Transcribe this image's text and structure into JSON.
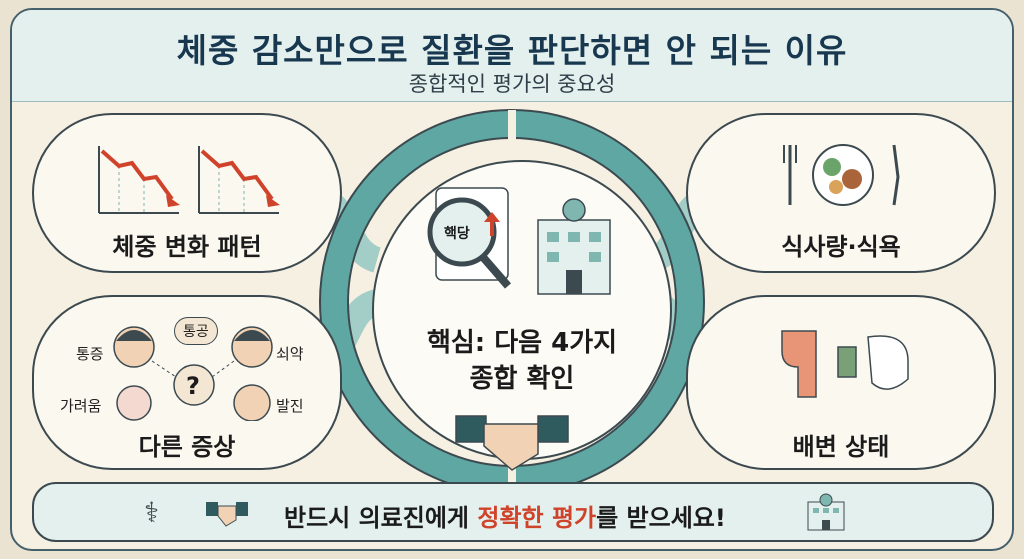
{
  "title": "체중 감소만으로 질환을 판단하면 안 되는 이유",
  "subtitle": "종합적인 평가의 중요성",
  "cards": {
    "weight": {
      "label": "체중 변화 패턴"
    },
    "symptoms": {
      "label": "다른 증상",
      "tags": {
        "pain": "통증",
        "ache": "통공",
        "weak": "쇠약",
        "itch": "가려움",
        "rash": "발진",
        "q": "?"
      }
    },
    "meal": {
      "label": "식사량·식욕"
    },
    "bowel": {
      "label": "배변 상태"
    }
  },
  "core": {
    "line1": "핵심: 다음 4가지",
    "line2": "종합 확인",
    "report_tag": "핵당"
  },
  "banner": {
    "pre": "반드시 의료진에게 ",
    "highlight": "정확한 평가",
    "post": "를 받으세요!"
  },
  "colors": {
    "accent": "#d0432b",
    "teal": "#5fa7a3",
    "navy": "#183850"
  }
}
